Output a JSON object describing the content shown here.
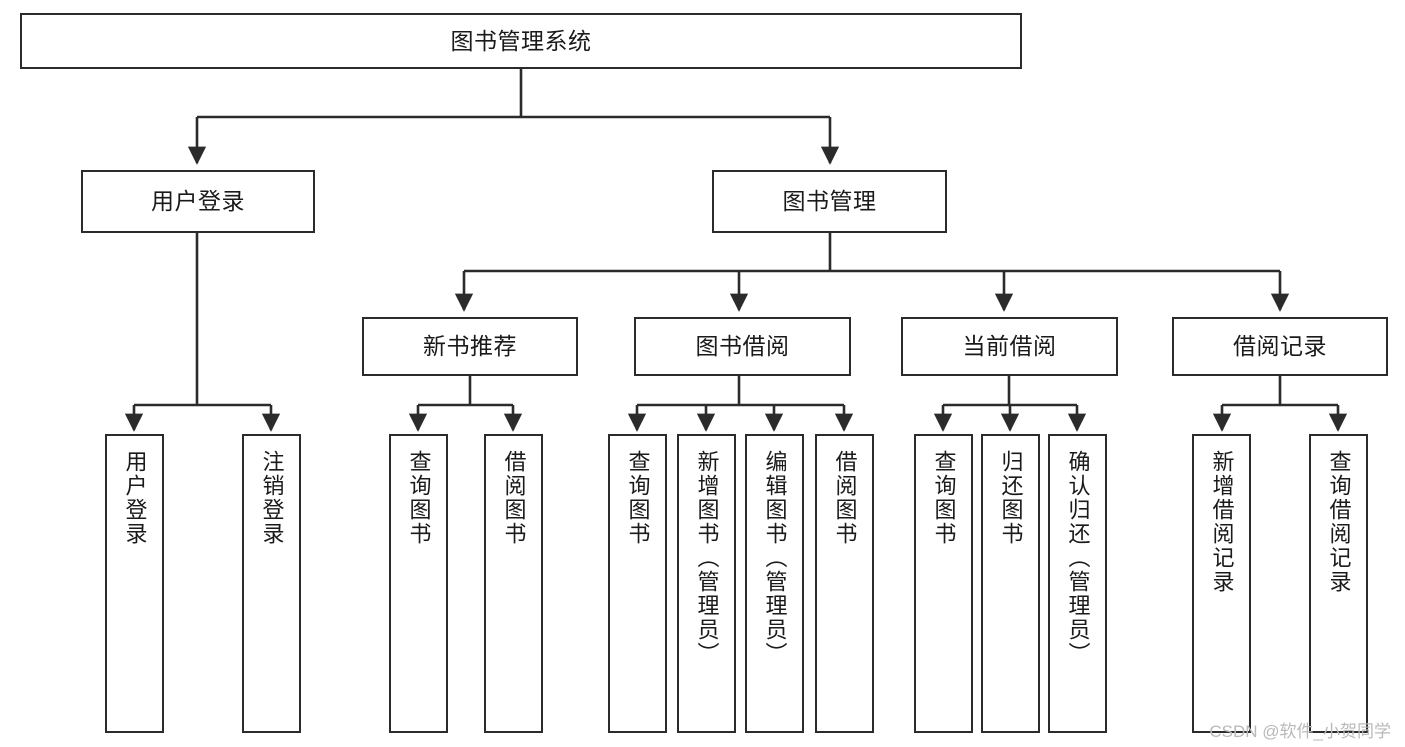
{
  "diagram": {
    "title": "图书管理系统",
    "type": "tree",
    "orientation": "top-down",
    "colors": {
      "box_border": "#2b2b2b",
      "box_fill": "#ffffff",
      "edge": "#2b2b2b",
      "text": "#1a1a1a",
      "watermark": "#b9b9b9",
      "background": "#ffffff"
    }
  },
  "nodes": {
    "root": {
      "label": "图书管理系统"
    },
    "level1": [
      {
        "id": "user-login",
        "label": "用户登录"
      },
      {
        "id": "book-manage",
        "label": "图书管理"
      }
    ],
    "level2": [
      {
        "id": "new-book-recommend",
        "label": "新书推荐"
      },
      {
        "id": "book-borrow",
        "label": "图书借阅"
      },
      {
        "id": "current-borrow",
        "label": "当前借阅"
      },
      {
        "id": "borrow-record",
        "label": "借阅记录"
      }
    ],
    "leaves": {
      "user_login": [
        {
          "id": "leaf-user-login",
          "label": "用户登录"
        },
        {
          "id": "leaf-logout-login",
          "label": "注销登录"
        }
      ],
      "new_book_recommend": [
        {
          "id": "leaf-query-book-1",
          "label": "查询图书"
        },
        {
          "id": "leaf-borrow-book-1",
          "label": "借阅图书"
        }
      ],
      "book_borrow": [
        {
          "id": "leaf-query-book-2",
          "label": "查询图书"
        },
        {
          "id": "leaf-add-book",
          "label": "新增图书（管理员）"
        },
        {
          "id": "leaf-edit-book",
          "label": "编辑图书（管理员）"
        },
        {
          "id": "leaf-borrow-book-2",
          "label": "借阅图书"
        }
      ],
      "current_borrow": [
        {
          "id": "leaf-query-book-3",
          "label": "查询图书"
        },
        {
          "id": "leaf-return-book",
          "label": "归还图书"
        },
        {
          "id": "leaf-confirm-return",
          "label": "确认归还（管理员）"
        }
      ],
      "borrow_record": [
        {
          "id": "leaf-add-record",
          "label": "新增借阅记录"
        },
        {
          "id": "leaf-query-record",
          "label": "查询借阅记录"
        }
      ]
    }
  },
  "watermark": {
    "text": "CSDN @软件_小贺同学"
  }
}
